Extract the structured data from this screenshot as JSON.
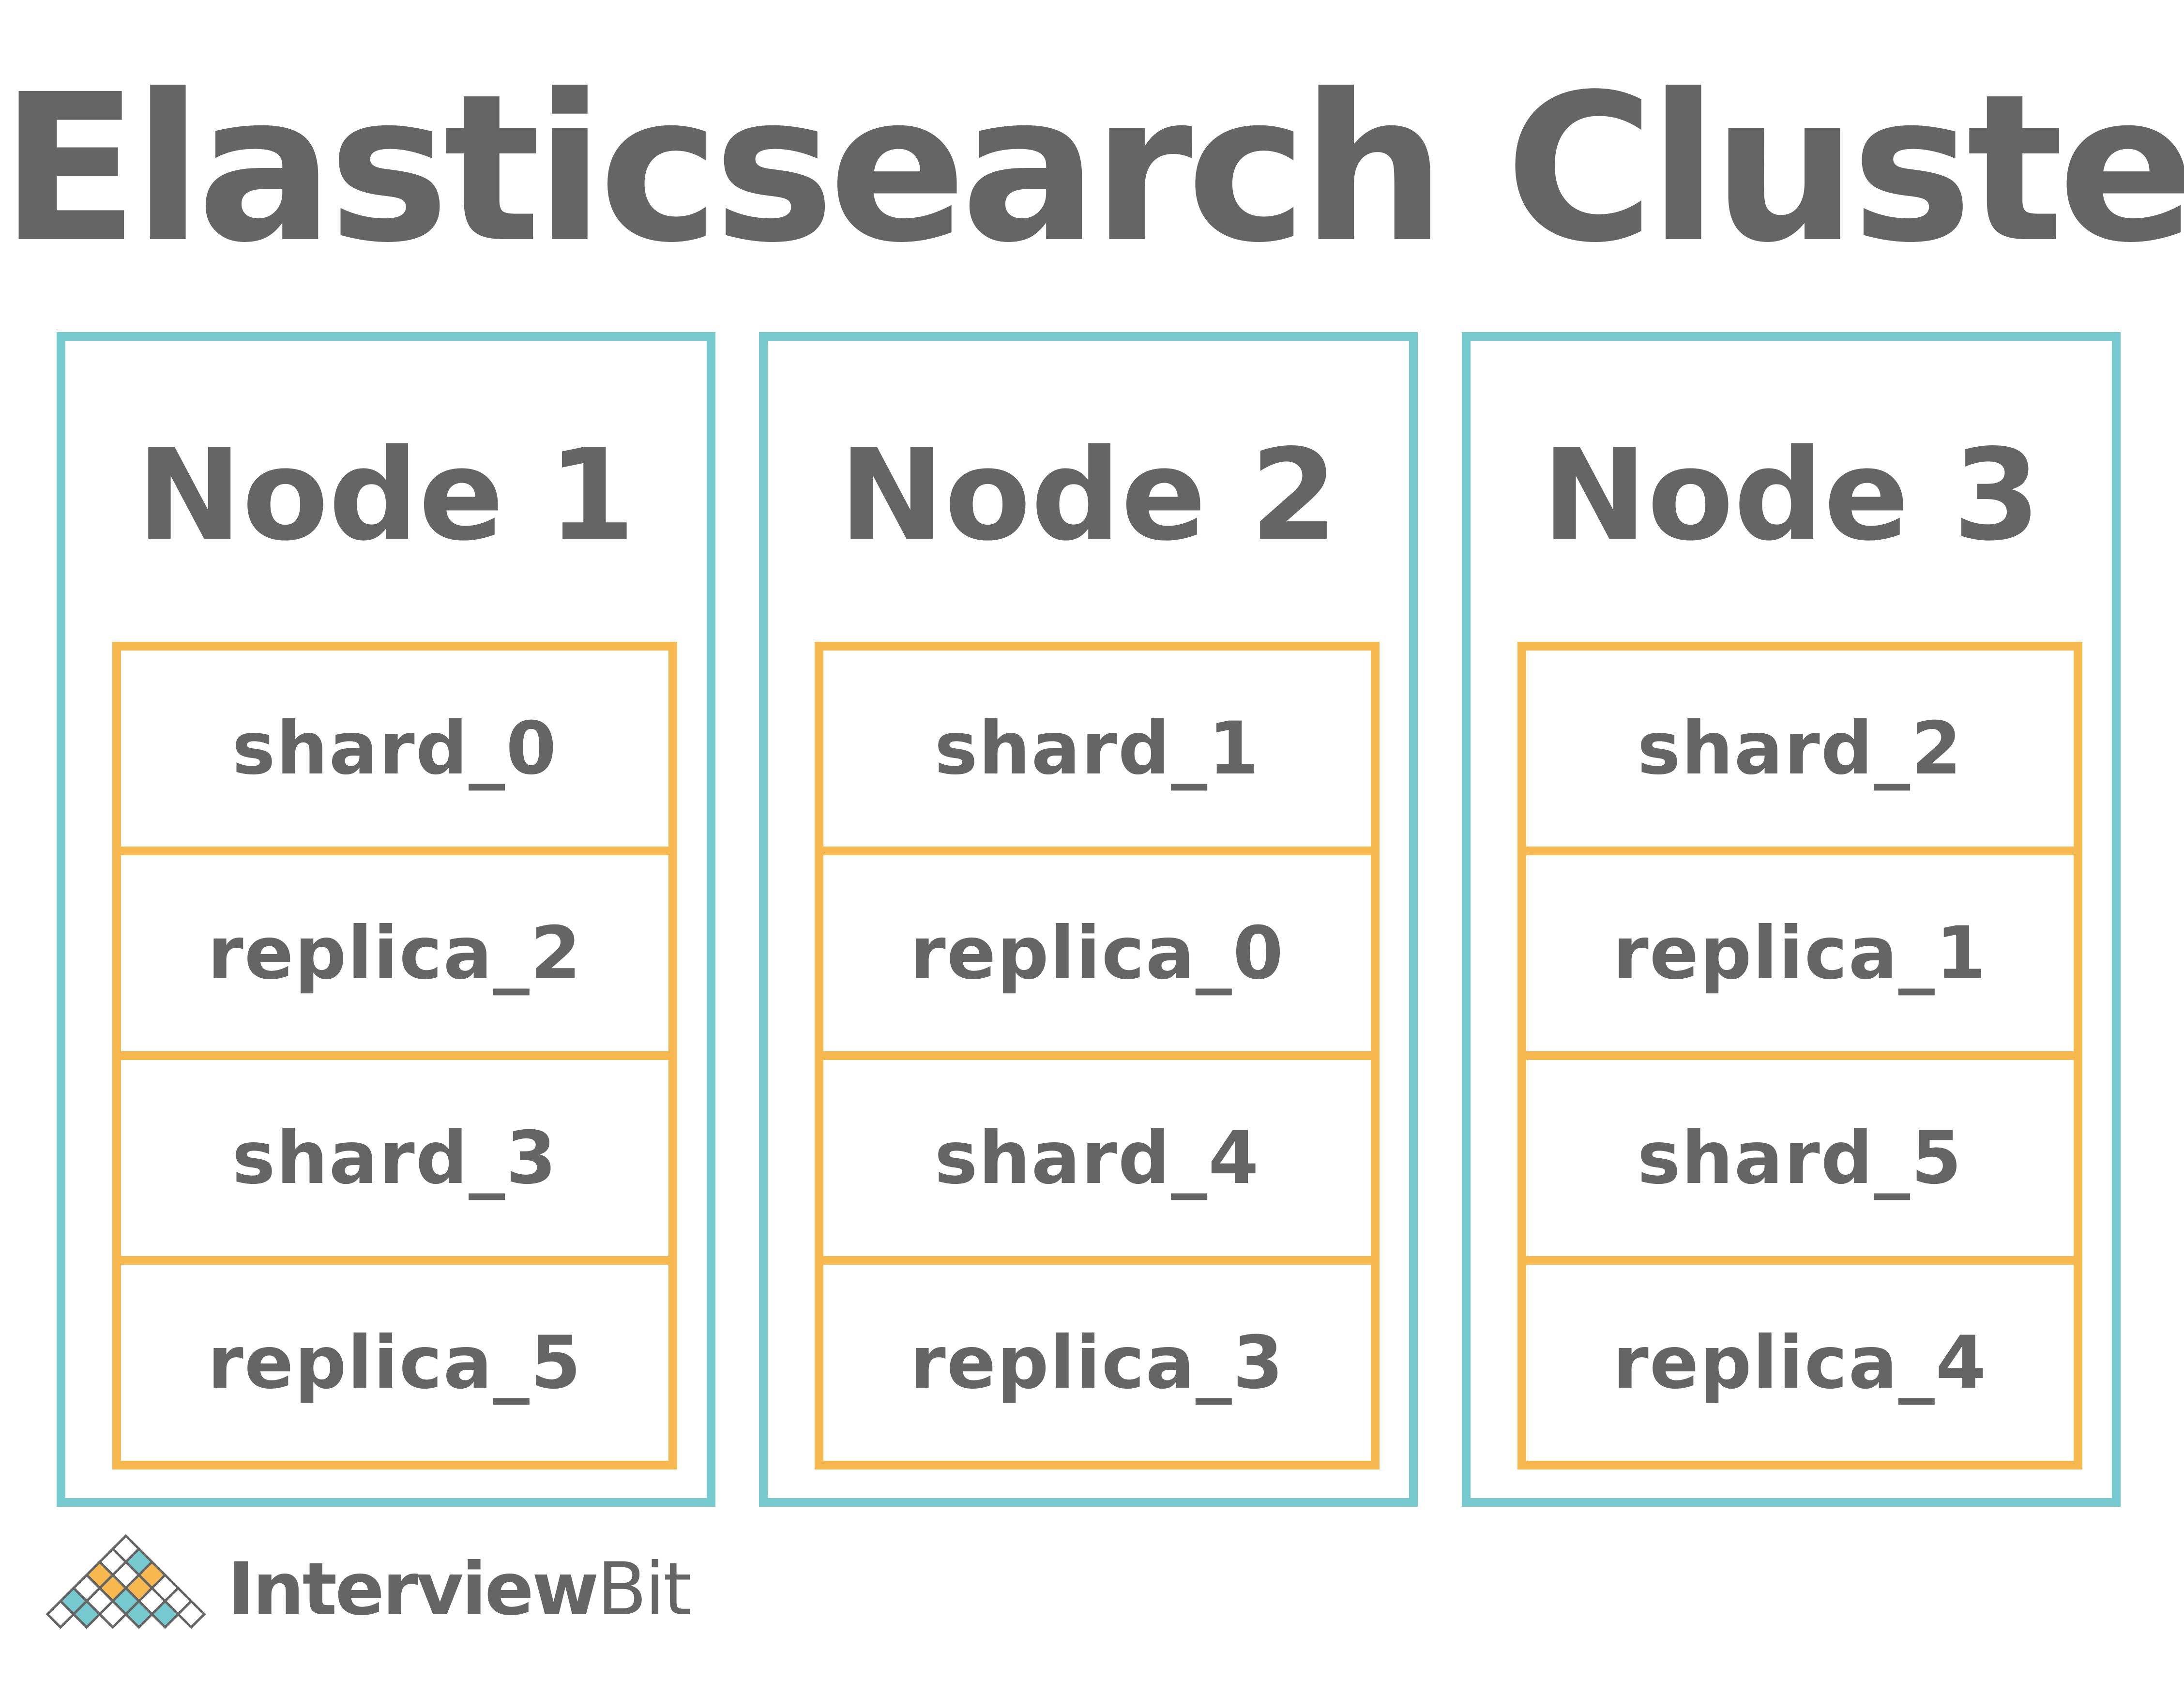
{
  "title": "Elasticsearch Cluster",
  "colors": {
    "node_border": "#76c9cf",
    "shard_border": "#f6b84f",
    "text": "#656565",
    "background": "#ffffff"
  },
  "nodes": [
    {
      "label": "Node 1",
      "items": [
        "shard_0",
        "replica_2",
        "shard_3",
        "replica_5"
      ]
    },
    {
      "label": "Node 2",
      "items": [
        "shard_1",
        "replica_0",
        "shard_4",
        "replica_3"
      ]
    },
    {
      "label": "Node 3",
      "items": [
        "shard_2",
        "replica_1",
        "shard_5",
        "replica_4"
      ]
    }
  ],
  "logo": {
    "text_strong": "Interview",
    "text_light": "Bit",
    "icon": "interviewbit-diamond-grid-icon"
  }
}
